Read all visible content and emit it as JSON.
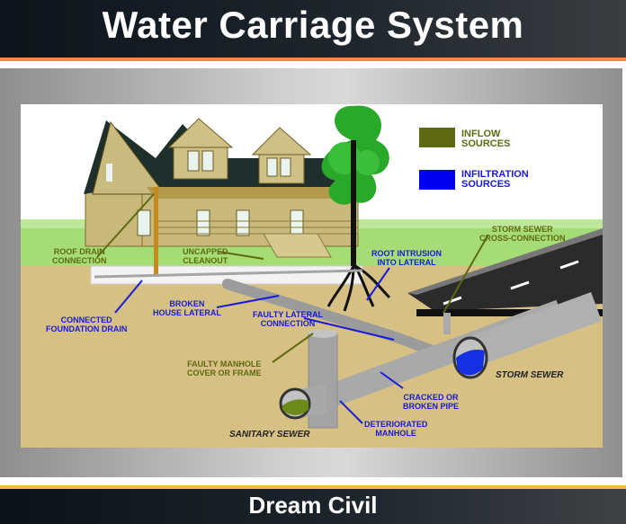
{
  "header": {
    "title": "Water Carriage System"
  },
  "footer": {
    "text": "Dream Civil"
  },
  "colors": {
    "header_bg": "#0d141b",
    "header_stripe": "#f08a4b",
    "footer_stripe": "#f7b54a",
    "inflow": "#5e6a12",
    "infiltration": "#0000f0",
    "soil": "#d4be7f",
    "grass": "#9ed86a",
    "road": "#2b2b2b"
  },
  "legend": [
    {
      "label": "INFLOW\nSOURCES",
      "color": "#5e6a12"
    },
    {
      "label": "INFILTRATION\nSOURCES",
      "color": "#0000f0"
    }
  ],
  "labels": {
    "inflow": [
      {
        "text": "ROOF DRAIN\nCONNECTION"
      },
      {
        "text": "UNCAPPED\nCLEANOUT"
      },
      {
        "text": "STORM SEWER\nCROSS-CONNECTION"
      },
      {
        "text": "FAULTY MANHOLE\nCOVER OR FRAME"
      }
    ],
    "infiltration": [
      {
        "text": "CONNECTED\nFOUNDATION DRAIN"
      },
      {
        "text": "BROKEN\nHOUSE LATERAL"
      },
      {
        "text": "FAULTY LATERAL\nCONNECTION"
      },
      {
        "text": "ROOT INTRUSION\nINTO LATERAL"
      },
      {
        "text": "CRACKED OR\nBROKEN PIPE"
      },
      {
        "text": "DETERIORATED\nMANHOLE"
      }
    ],
    "pipes": [
      {
        "text": "SANITARY SEWER"
      },
      {
        "text": "STORM SEWER"
      }
    ]
  }
}
